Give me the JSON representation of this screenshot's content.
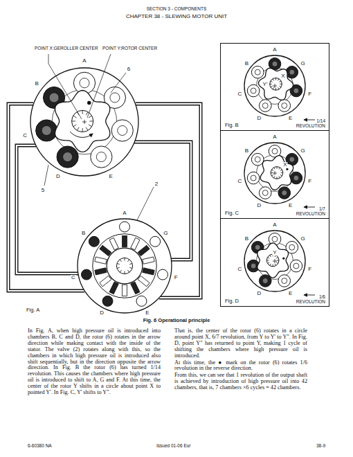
{
  "diagram": {
    "title": "CHAPTER 38 - SLEWING MOTOR UNIT",
    "caption": "Fig. 6 Operational principle",
    "nodes": [
      {
        "text": [
          "Fig. B",
          "1/14 REVOLUTION"
        ]
      },
      {
        "text": [
          "Fig. C",
          "1/7 REVOLUTION"
        ]
      },
      {
        "text": [
          "Fig. D",
          "1/6 REVOLUTION"
        ]
      }
    ],
    "labels": [
      "SECTION 3 - COMPONENTS",
      "POINT X:GEROLLER CENTER",
      "POINT Y:ROTOR CENTER",
      "6",
      "A",
      "B",
      "C",
      "D",
      "E",
      "5",
      "2",
      "A",
      "G",
      "B",
      "F",
      "C",
      "E",
      "D",
      "Fig. A",
      "A",
      "G",
      "B",
      "X",
      "Y'",
      "F",
      "C",
      "D",
      "E",
      "A",
      "G",
      "B",
      "X",
      "F",
      "C",
      "D",
      "E",
      "A",
      "G",
      "B",
      "Y",
      "F",
      "C",
      "D",
      "E",
      "In Fig. A, when high pressure oil is introduced into chambers B, C and D, the rotor (6) rotates in the arrow direction while making contact with the inside of the stator. The valve (2) rotates along with this, so the chambers in which high pressure oil is introduced also shift sequentially, but in the direction opposite the arrow direction. In Fig. B the rotor (6) has turned 1/14 revolution. This causes the chambers where high pressure oil is introduced to shift to A, G and F. At this time, the center of the rotor Y shifts in a circle about point X to pointed Y'. In Fig. C, Y' shifts to Y\".",
      "That is, the center of the rotor (6) rotates in a circle around point X, 6/7 revolution, from Y to Y' to Y\". In Fig. D, point Y\" has returned to point Y, making 1 cycle of shifting the chambers where high pressure oil is introduced.",
      "At this time, the ● mark on the rotor (6) rotates 1/6 revolution in the reverse direction.",
      "From this, we can see that 1 revolution of the output shaft is achieved by introduction of high pressure oil into 42 chambers, that is, 7 chambers ×6 cycles = 42 chambers.",
      "6-60380 NA",
      "Issued 01-06 Eur",
      "38-9"
    ]
  }
}
